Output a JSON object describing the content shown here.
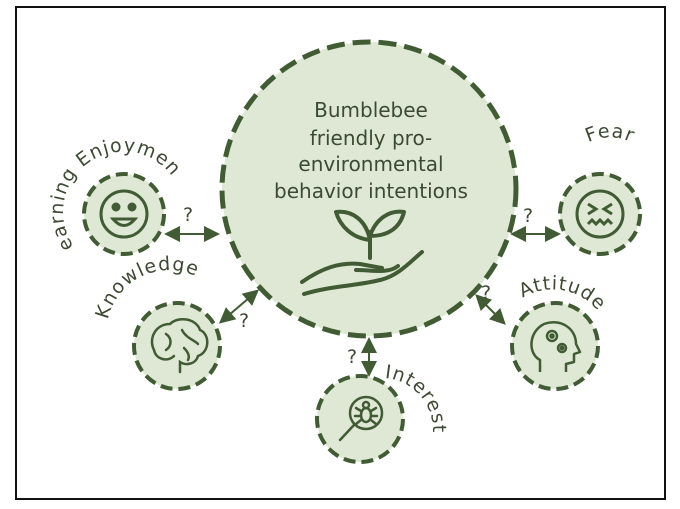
{
  "colors": {
    "fill": "#dfe8d4",
    "stroke": "#415c34",
    "text": "#3d4a33"
  },
  "center": {
    "lines": [
      "Bumblebee",
      "friendly pro-",
      "environmental",
      "behavior intentions"
    ],
    "icon": "plant-in-hand-icon"
  },
  "nodes": {
    "learning_enjoyment": {
      "label": "Learning Enjoyment",
      "icon": "smiley-face-icon"
    },
    "fear": {
      "label": "Fear",
      "icon": "scared-face-icon"
    },
    "knowledge": {
      "label": "Knowledge",
      "icon": "brain-icon"
    },
    "attitude": {
      "label": "Attitude",
      "icon": "head-with-gears-icon"
    },
    "interest": {
      "label": "Interest",
      "icon": "magnifier-bug-icon"
    }
  },
  "relation_marker": "?"
}
